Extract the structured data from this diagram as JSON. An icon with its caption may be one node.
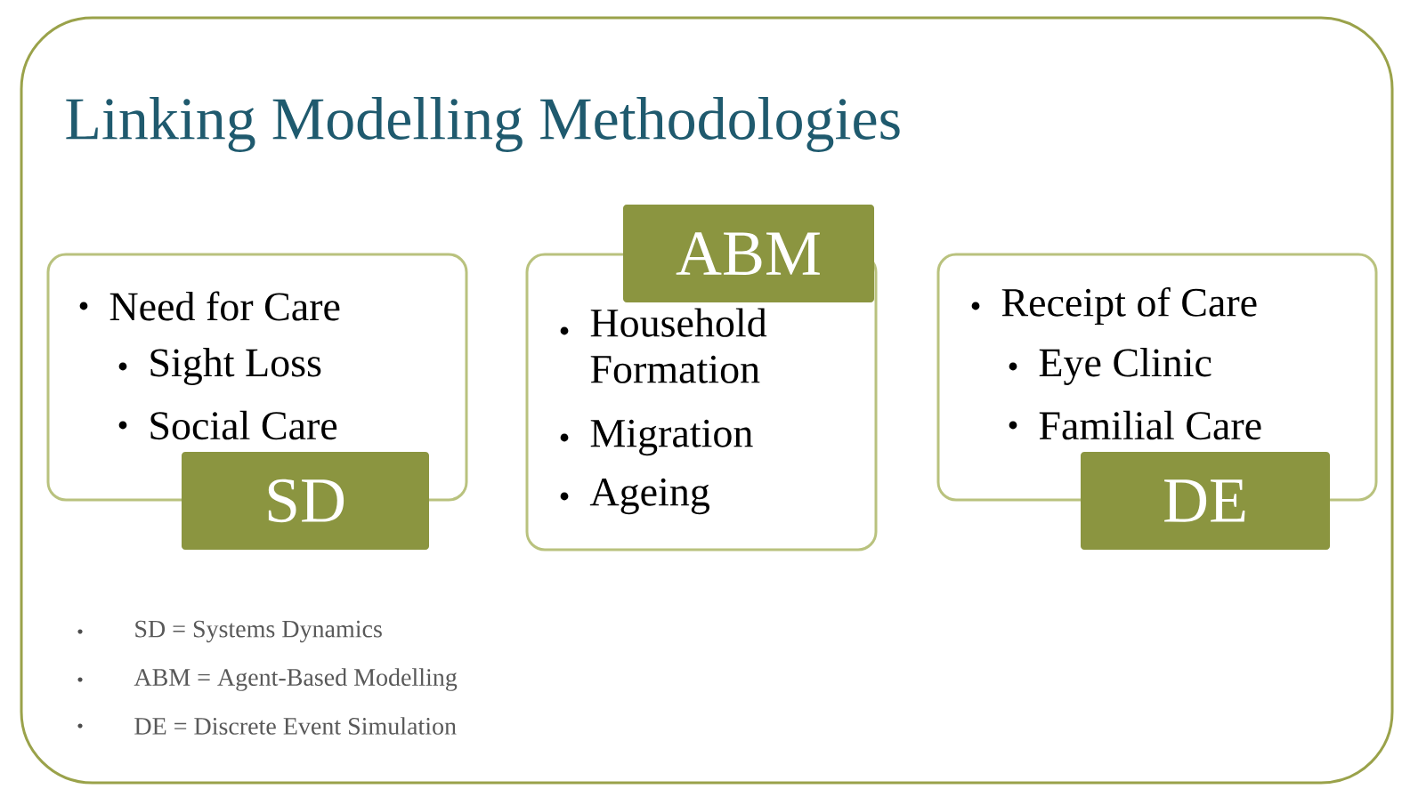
{
  "diagram": {
    "title": "Linking Modelling Methodologies",
    "nodes": [
      {
        "text": [
          "Need for Care",
          "Sight Loss",
          "Social Care"
        ]
      },
      {
        "text": [
          "SD"
        ]
      },
      {
        "text": [
          "Household Formation",
          "Migration",
          "Ageing"
        ]
      },
      {
        "text": [
          "ABM"
        ]
      },
      {
        "text": [
          "Receipt of Care",
          "Eye Clinic",
          "Familial Care"
        ]
      },
      {
        "text": [
          "DE"
        ]
      }
    ],
    "labels": [
      "SD = Systems Dynamics",
      "ABM = Agent-Based Modelling",
      "DE = Discrete Event Simulation"
    ]
  }
}
